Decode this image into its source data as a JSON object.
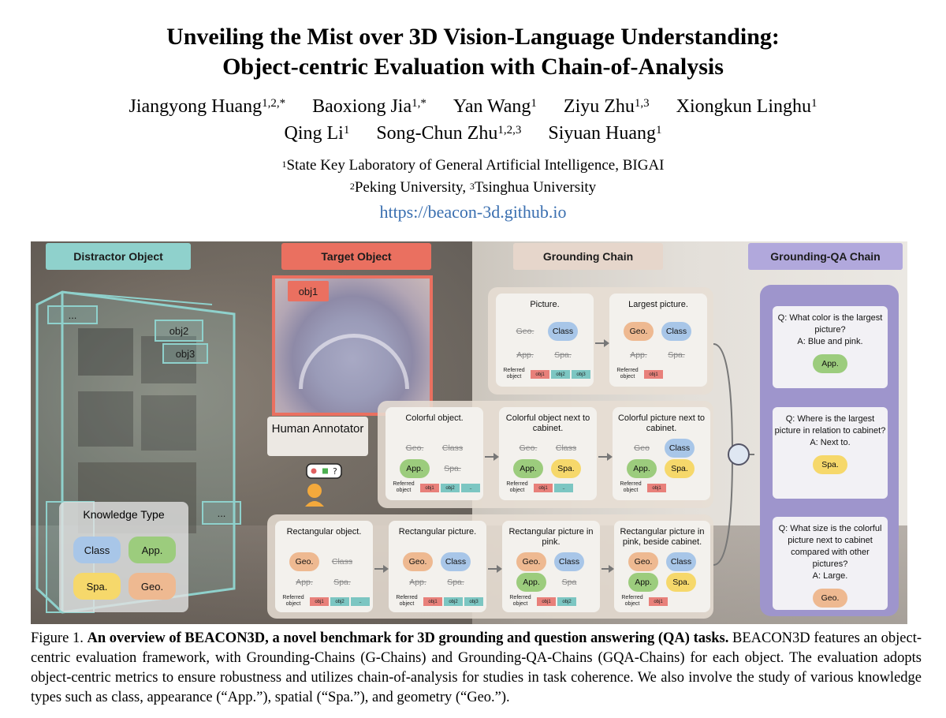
{
  "title_line1": "Unveiling the Mist over 3D Vision-Language Understanding:",
  "title_line2": "Object-centric Evaluation with Chain-of-Analysis",
  "authors": [
    {
      "name": "Jiangyong Huang",
      "sup": "1,2,*"
    },
    {
      "name": "Baoxiong Jia",
      "sup": "1,*"
    },
    {
      "name": "Yan Wang",
      "sup": "1"
    },
    {
      "name": "Ziyu Zhu",
      "sup": "1,3"
    },
    {
      "name": "Xiongkun Linghu",
      "sup": "1"
    },
    {
      "name": "Qing Li",
      "sup": "1"
    },
    {
      "name": "Song-Chun Zhu",
      "sup": "1,2,3"
    },
    {
      "name": "Siyuan Huang",
      "sup": "1"
    }
  ],
  "affiliations": {
    "a1_sup": "1",
    "a1": "State Key Laboratory of General Artificial Intelligence, BIGAI",
    "a2_sup": "2",
    "a2": "Peking University, ",
    "a3_sup": "3",
    "a3": "Tsinghua University"
  },
  "url": "https://beacon-3d.github.io",
  "figure": {
    "headers": {
      "distractor": "Distractor Object",
      "target": "Target Object",
      "grounding": "Grounding Chain",
      "gqa": "Grounding-QA Chain"
    },
    "obj_tags": {
      "obj1": "obj1",
      "obj2": "obj2",
      "obj3": "obj3",
      "dots1": "...",
      "dots2": "..."
    },
    "annotator": "Human Annotator",
    "knowledge": {
      "title": "Knowledge Type",
      "class": "Class",
      "app": "App.",
      "spa": "Spa.",
      "geo": "Geo."
    },
    "labels": {
      "class": "Class",
      "app": "App.",
      "spa": "Spa.",
      "geo": "Geo.",
      "geo_alt": "Geo",
      "spa_alt": "Spa",
      "referred": "Referred object",
      "obj1": "obj1",
      "obj2": "obj2",
      "obj3": "obj3",
      "dots": ".."
    },
    "row1": {
      "c1": "Picture.",
      "c2": "Largest picture."
    },
    "row2": {
      "c1": "Colorful object.",
      "c2": "Colorful object next to cabinet.",
      "c3": "Colorful picture next to cabinet."
    },
    "row3": {
      "c1": "Rectangular object.",
      "c2": "Rectangular picture.",
      "c3": "Rectangular picture in pink.",
      "c4": "Rectangular picture in pink, beside cabinet."
    },
    "qa": [
      {
        "q": "Q: What color is the largest picture?",
        "a": "A: Blue and pink.",
        "chip": "App."
      },
      {
        "q": "Q: Where is the largest picture in relation to cabinet?",
        "a": "A: Next to.",
        "chip": "Spa."
      },
      {
        "q": "Q: What size is the colorful picture next to cabinet compared with other pictures?",
        "a": "A: Large.",
        "chip": "Geo."
      }
    ]
  },
  "caption": {
    "fig": "Figure 1. ",
    "bold": "An overview of BEACON3D, a novel benchmark for 3D grounding and question answering (QA) tasks.",
    "rest_prefix": " ",
    "name": "BEACON3D",
    "rest": " features an object-centric evaluation framework, with Grounding-Chains (G-Chains) and Grounding-QA-Chains (GQA-Chains) for each object. The evaluation adopts object-centric metrics to ensure robustness and utilizes chain-of-analysis for studies in task coherence. We also involve the study of various knowledge types such as class, appearance (“App.”), spatial (“Spa.”), and geometry (“Geo.”)."
  },
  "colors": {
    "class": "#a8c6e8",
    "app": "#9ccc7d",
    "spa": "#f6d86b",
    "geo": "#eeb991",
    "distractor": "#8fd1cc",
    "target": "#ea7060",
    "grounding": "#e6d6cb",
    "gqa": "#b1a8dc",
    "link": "#3a6fb0"
  }
}
